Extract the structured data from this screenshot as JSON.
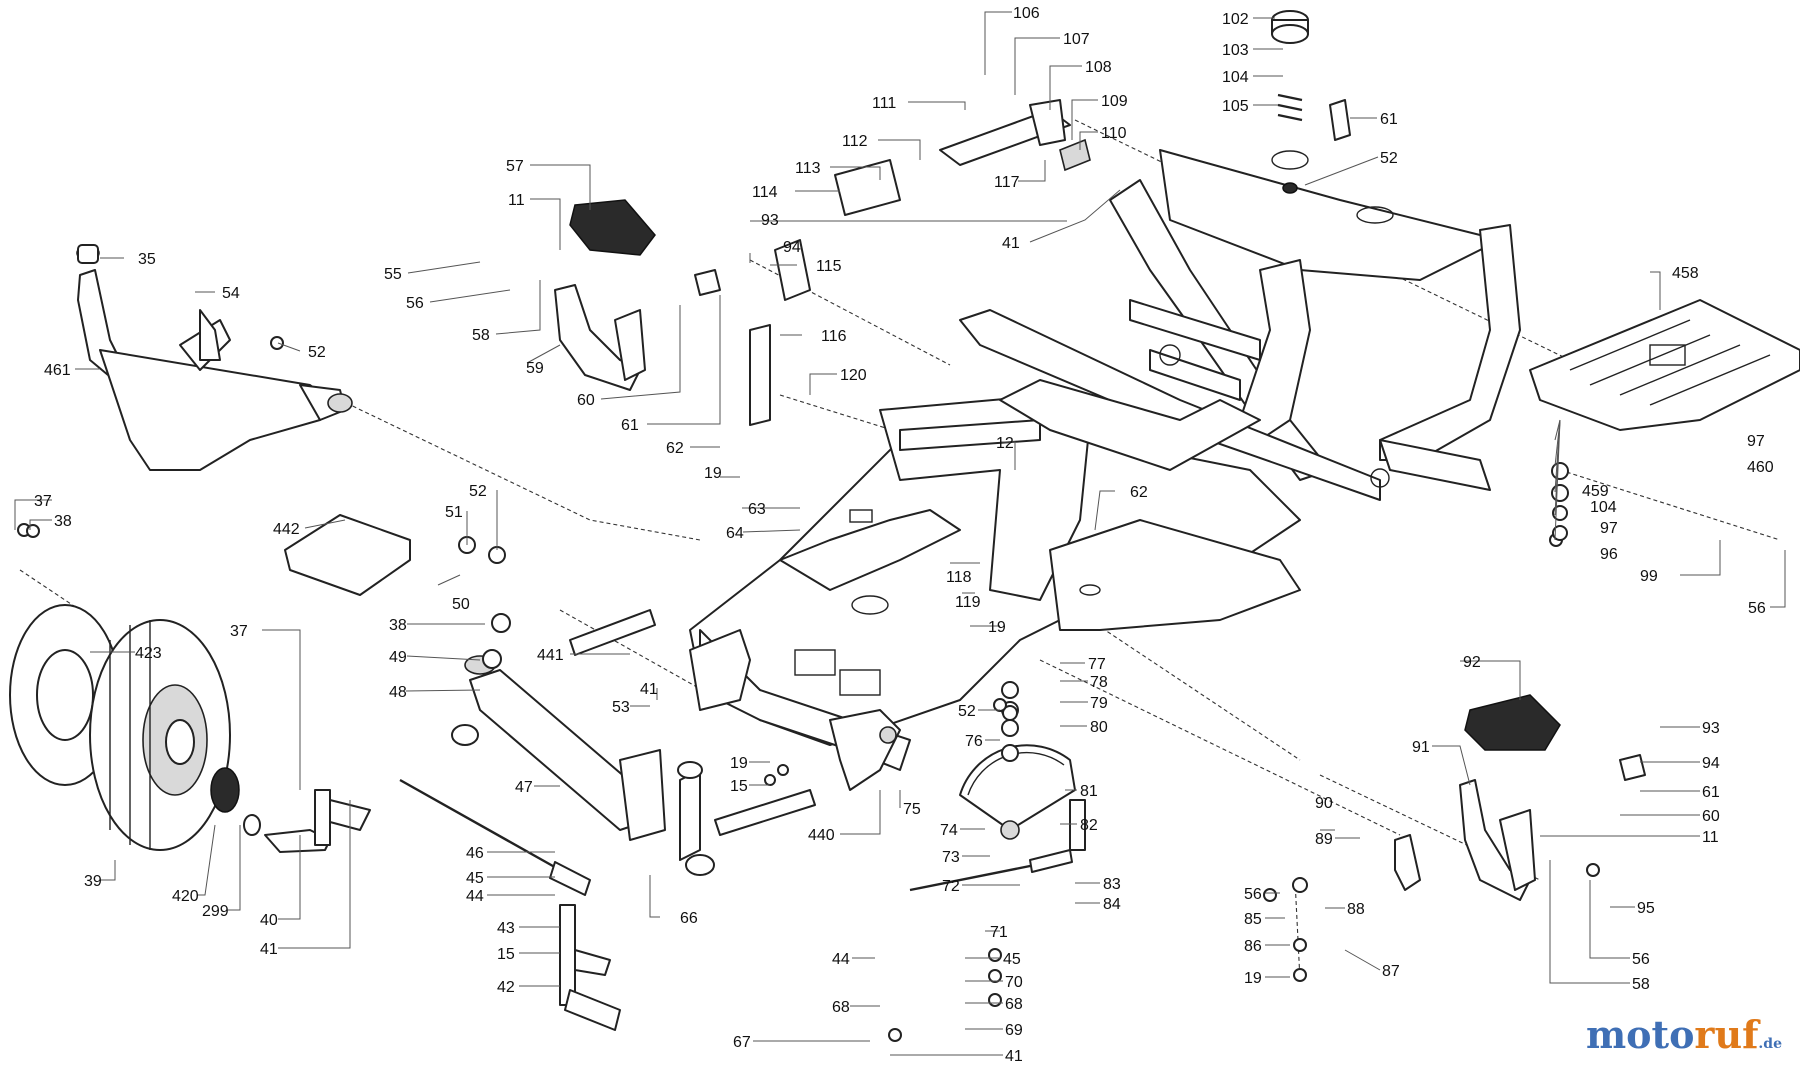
{
  "watermark": {
    "part1": "moto",
    "part2": "ruf",
    "part3": ".de"
  },
  "callouts": [
    {
      "id": "c106",
      "label": "106"
    },
    {
      "id": "c107",
      "label": "107"
    },
    {
      "id": "c108",
      "label": "108"
    },
    {
      "id": "c109",
      "label": "109"
    },
    {
      "id": "c110",
      "label": "110"
    },
    {
      "id": "c111",
      "label": "111"
    },
    {
      "id": "c112",
      "label": "112"
    },
    {
      "id": "c113",
      "label": "113"
    },
    {
      "id": "c114",
      "label": "114"
    },
    {
      "id": "c117",
      "label": "117"
    },
    {
      "id": "c102",
      "label": "102"
    },
    {
      "id": "c103",
      "label": "103"
    },
    {
      "id": "c104a",
      "label": "104"
    },
    {
      "id": "c105",
      "label": "105"
    },
    {
      "id": "c61a",
      "label": "61"
    },
    {
      "id": "c52a",
      "label": "52"
    },
    {
      "id": "c41a",
      "label": "41"
    },
    {
      "id": "c57",
      "label": "57"
    },
    {
      "id": "c11a",
      "label": "11"
    },
    {
      "id": "c55",
      "label": "55"
    },
    {
      "id": "c56a",
      "label": "56"
    },
    {
      "id": "c58a",
      "label": "58"
    },
    {
      "id": "c59",
      "label": "59"
    },
    {
      "id": "c60a",
      "label": "60"
    },
    {
      "id": "c61b",
      "label": "61"
    },
    {
      "id": "c62a",
      "label": "62"
    },
    {
      "id": "c19a",
      "label": "19"
    },
    {
      "id": "c93a",
      "label": "93"
    },
    {
      "id": "c94a",
      "label": "94"
    },
    {
      "id": "c115",
      "label": "115"
    },
    {
      "id": "c116",
      "label": "116"
    },
    {
      "id": "c120",
      "label": "120"
    },
    {
      "id": "c35",
      "label": "35"
    },
    {
      "id": "c54",
      "label": "54"
    },
    {
      "id": "c52b",
      "label": "52"
    },
    {
      "id": "c461",
      "label": "461"
    },
    {
      "id": "c458",
      "label": "458"
    },
    {
      "id": "c97a",
      "label": "97"
    },
    {
      "id": "c460",
      "label": "460"
    },
    {
      "id": "c459",
      "label": "459"
    },
    {
      "id": "c104b",
      "label": "104"
    },
    {
      "id": "c97b",
      "label": "97"
    },
    {
      "id": "c96",
      "label": "96"
    },
    {
      "id": "c99",
      "label": "99"
    },
    {
      "id": "c56b",
      "label": "56"
    },
    {
      "id": "c12",
      "label": "12"
    },
    {
      "id": "c62b",
      "label": "62"
    },
    {
      "id": "c63",
      "label": "63"
    },
    {
      "id": "c64",
      "label": "64"
    },
    {
      "id": "c118",
      "label": "118"
    },
    {
      "id": "c119",
      "label": "119"
    },
    {
      "id": "c19b",
      "label": "19"
    },
    {
      "id": "c37a",
      "label": "37"
    },
    {
      "id": "c38a",
      "label": "38"
    },
    {
      "id": "c442",
      "label": "442"
    },
    {
      "id": "c51",
      "label": "51"
    },
    {
      "id": "c52c",
      "label": "52"
    },
    {
      "id": "c50",
      "label": "50"
    },
    {
      "id": "c38b",
      "label": "38"
    },
    {
      "id": "c49",
      "label": "49"
    },
    {
      "id": "c48",
      "label": "48"
    },
    {
      "id": "c441",
      "label": "441"
    },
    {
      "id": "c53",
      "label": "53"
    },
    {
      "id": "c41b",
      "label": "41"
    },
    {
      "id": "c423",
      "label": "423"
    },
    {
      "id": "c37b",
      "label": "37"
    },
    {
      "id": "c39",
      "label": "39"
    },
    {
      "id": "c420",
      "label": "420"
    },
    {
      "id": "c299",
      "label": "299"
    },
    {
      "id": "c40",
      "label": "40"
    },
    {
      "id": "c41c",
      "label": "41"
    },
    {
      "id": "c47",
      "label": "47"
    },
    {
      "id": "c19c",
      "label": "19"
    },
    {
      "id": "c15a",
      "label": "15"
    },
    {
      "id": "c440",
      "label": "440"
    },
    {
      "id": "c75",
      "label": "75"
    },
    {
      "id": "c66",
      "label": "66"
    },
    {
      "id": "c46",
      "label": "46"
    },
    {
      "id": "c45a",
      "label": "45"
    },
    {
      "id": "c44a",
      "label": "44"
    },
    {
      "id": "c43",
      "label": "43"
    },
    {
      "id": "c15b",
      "label": "15"
    },
    {
      "id": "c42",
      "label": "42"
    },
    {
      "id": "c52d",
      "label": "52"
    },
    {
      "id": "c76",
      "label": "76"
    },
    {
      "id": "c77",
      "label": "77"
    },
    {
      "id": "c78",
      "label": "78"
    },
    {
      "id": "c79",
      "label": "79"
    },
    {
      "id": "c80",
      "label": "80"
    },
    {
      "id": "c81",
      "label": "81"
    },
    {
      "id": "c82",
      "label": "82"
    },
    {
      "id": "c74",
      "label": "74"
    },
    {
      "id": "c73",
      "label": "73"
    },
    {
      "id": "c72",
      "label": "72"
    },
    {
      "id": "c83",
      "label": "83"
    },
    {
      "id": "c84",
      "label": "84"
    },
    {
      "id": "c71",
      "label": "71"
    },
    {
      "id": "c44b",
      "label": "44"
    },
    {
      "id": "c45b",
      "label": "45"
    },
    {
      "id": "c70",
      "label": "70"
    },
    {
      "id": "c68a",
      "label": "68"
    },
    {
      "id": "c68b",
      "label": "68"
    },
    {
      "id": "c69",
      "label": "69"
    },
    {
      "id": "c67",
      "label": "67"
    },
    {
      "id": "c41d",
      "label": "41"
    },
    {
      "id": "c92",
      "label": "92"
    },
    {
      "id": "c91",
      "label": "91"
    },
    {
      "id": "c93b",
      "label": "93"
    },
    {
      "id": "c94b",
      "label": "94"
    },
    {
      "id": "c61c",
      "label": "61"
    },
    {
      "id": "c60b",
      "label": "60"
    },
    {
      "id": "c11b",
      "label": "11"
    },
    {
      "id": "c90",
      "label": "90"
    },
    {
      "id": "c89",
      "label": "89"
    },
    {
      "id": "c56c",
      "label": "56"
    },
    {
      "id": "c85",
      "label": "85"
    },
    {
      "id": "c88",
      "label": "88"
    },
    {
      "id": "c86",
      "label": "86"
    },
    {
      "id": "c87",
      "label": "87"
    },
    {
      "id": "c19d",
      "label": "19"
    },
    {
      "id": "c95",
      "label": "95"
    },
    {
      "id": "c56d",
      "label": "56"
    },
    {
      "id": "c58b",
      "label": "58"
    }
  ]
}
